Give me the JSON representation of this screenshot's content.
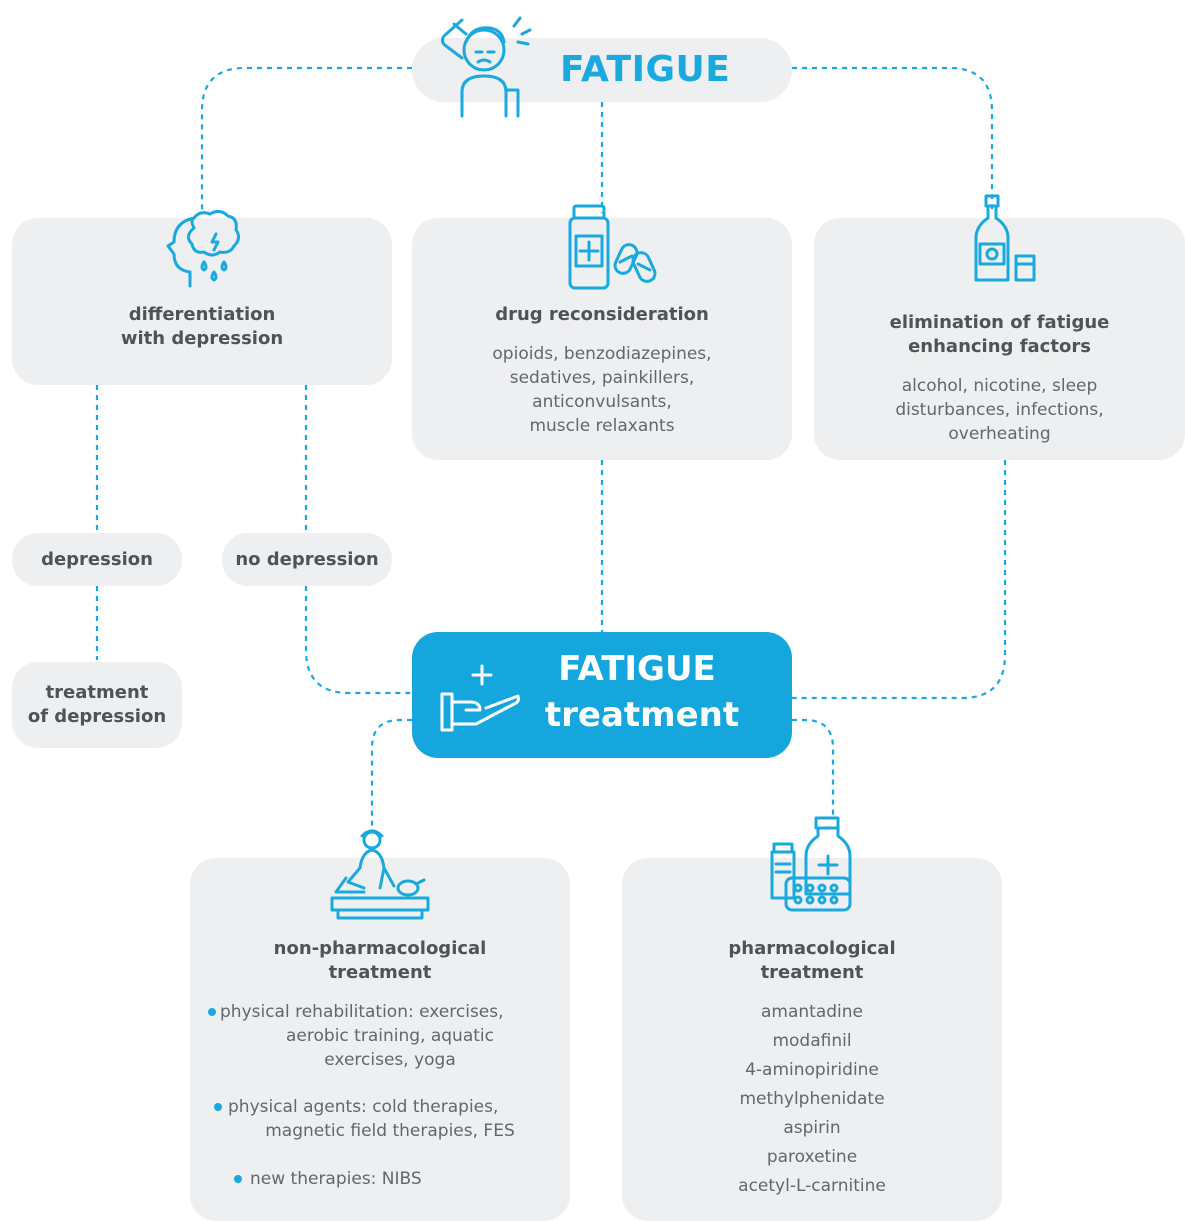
{
  "top": {
    "title": "FATIGUE"
  },
  "depression_check": {
    "heading_l1": "differentiation",
    "heading_l2": "with depression",
    "branch_yes": "depression",
    "branch_no": "no depression",
    "treatment_l1": "treatment",
    "treatment_l2": "of depression"
  },
  "drug": {
    "heading": "drug reconsideration",
    "lines": [
      "opioids, benzodiazepines,",
      "sedatives, painkillers,",
      "anticonvulsants,",
      "muscle relaxants"
    ]
  },
  "factors": {
    "heading_l1": "elimination of fatigue",
    "heading_l2": "enhancing factors",
    "lines": [
      "alcohol, nicotine, sleep",
      "disturbances, infections,",
      "overheating"
    ]
  },
  "treatment": {
    "line1": "FATIGUE",
    "line2": "treatment"
  },
  "non_pharm": {
    "heading_l1": "non-pharmacological",
    "heading_l2": "treatment",
    "bullet1": [
      "physical rehabilitation: exercises,",
      "aerobic training, aquatic",
      "exercises, yoga"
    ],
    "bullet2": [
      "physical agents: cold therapies,",
      "magnetic field therapies, FES"
    ],
    "bullet3": [
      "new therapies: NIBS"
    ]
  },
  "pharm": {
    "heading_l1": "pharmacological",
    "heading_l2": "treatment",
    "drugs": [
      "amantadine",
      "modafinil",
      "4-aminopiridine",
      "methylphenidate",
      "aspirin",
      "paroxetine",
      "acetyl-L-carnitine"
    ]
  },
  "colors": {
    "accent": "#1aa9df",
    "box": "#eeeff0",
    "text": "#555a5f"
  },
  "icons": [
    "tired-person-icon",
    "head-rain-icon",
    "pill-bottle-icon",
    "bottle-glass-icon",
    "hand-plus-icon",
    "rehab-person-icon",
    "medicine-set-icon"
  ]
}
